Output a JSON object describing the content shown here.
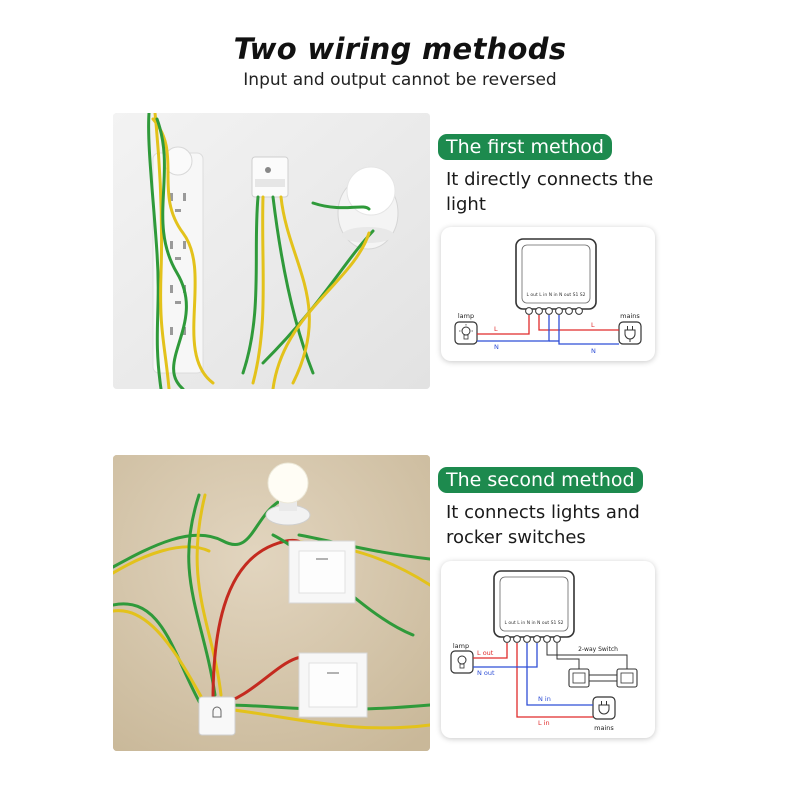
{
  "header": {
    "title": "Two wiring methods",
    "subtitle": "Input and output cannot be reversed"
  },
  "method1": {
    "badge": "The first method",
    "description": "It directly connects the light",
    "diagram": {
      "terminals": "L out L in N in N out S1 S2",
      "lamp_label": "lamp",
      "mains_label": "mains",
      "l_label": "L",
      "n_label": "N",
      "l_label_right": "L",
      "n_label_right": "N"
    }
  },
  "method2": {
    "badge": "The second method",
    "description": "It connects lights and rocker switches",
    "diagram": {
      "terminals": "L out L in N in N out S1 S2",
      "lamp_label": "lamp",
      "mains_label": "mains",
      "switch_label": "2-way Switch",
      "l_out_label": "L out",
      "n_out_label": "N out",
      "n_in_label": "N in",
      "l_in_label": "L in"
    }
  },
  "colors": {
    "accent": "#1d8a4e",
    "live_wire": "#e02b2b",
    "neutral_wire": "#2f4fd6",
    "photo_wire_green": "#2f9a3a",
    "photo_wire_yellow": "#e3c21b",
    "photo_wire_red": "#c42a1f"
  }
}
